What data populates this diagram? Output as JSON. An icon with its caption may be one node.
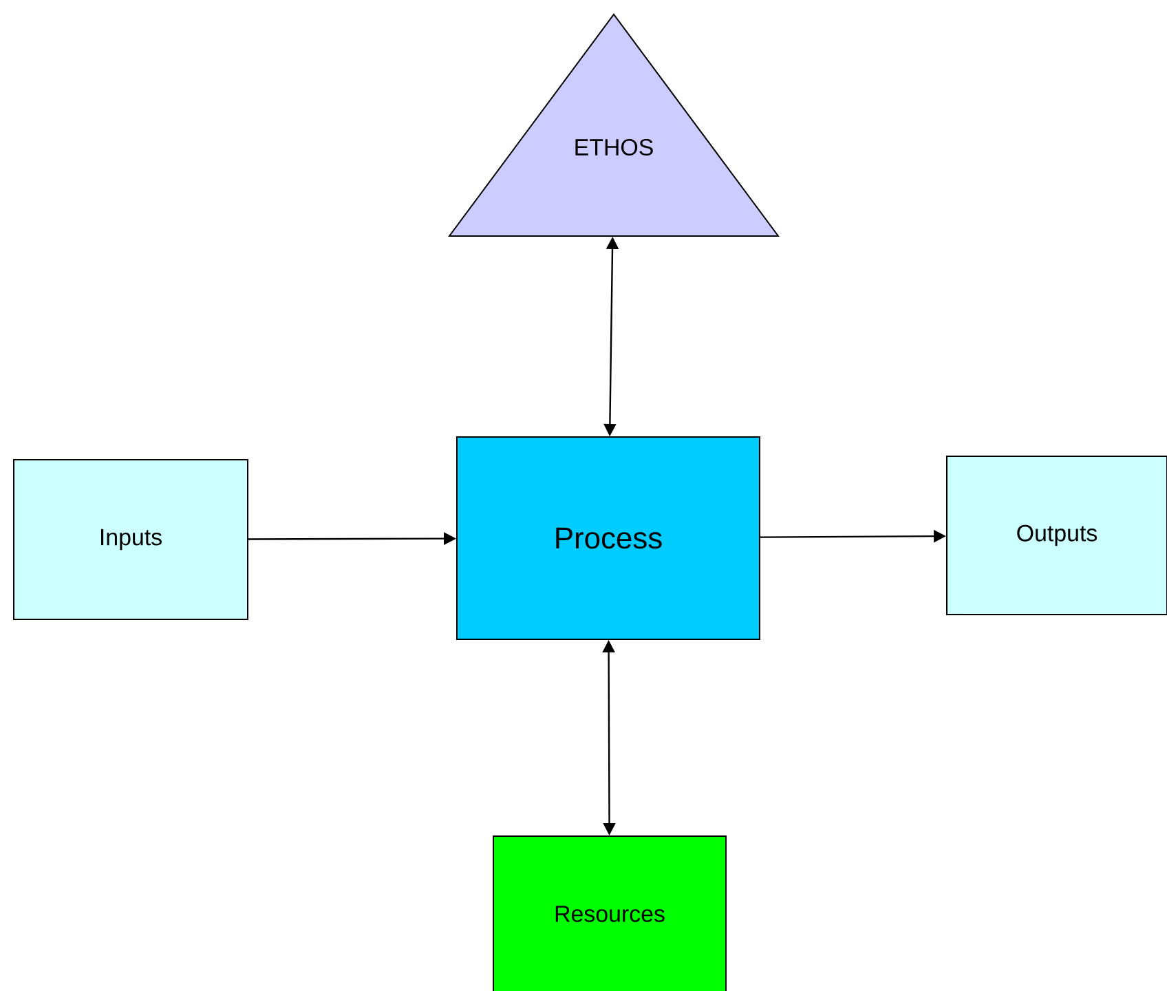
{
  "diagram": {
    "nodes": [
      {
        "text": [
          "ETHOS"
        ]
      },
      {
        "text": [
          "Inputs"
        ]
      },
      {
        "text": [
          "Process"
        ]
      },
      {
        "text": [
          "Outputs"
        ]
      },
      {
        "text": [
          "Resources"
        ]
      }
    ],
    "edges": [
      {
        "from": 0,
        "to": 2,
        "arrow": "both"
      },
      {
        "from": 1,
        "to": 2,
        "arrow": "to"
      },
      {
        "from": 2,
        "to": 3,
        "arrow": "to"
      },
      {
        "from": 2,
        "to": 4,
        "arrow": "both"
      }
    ]
  }
}
